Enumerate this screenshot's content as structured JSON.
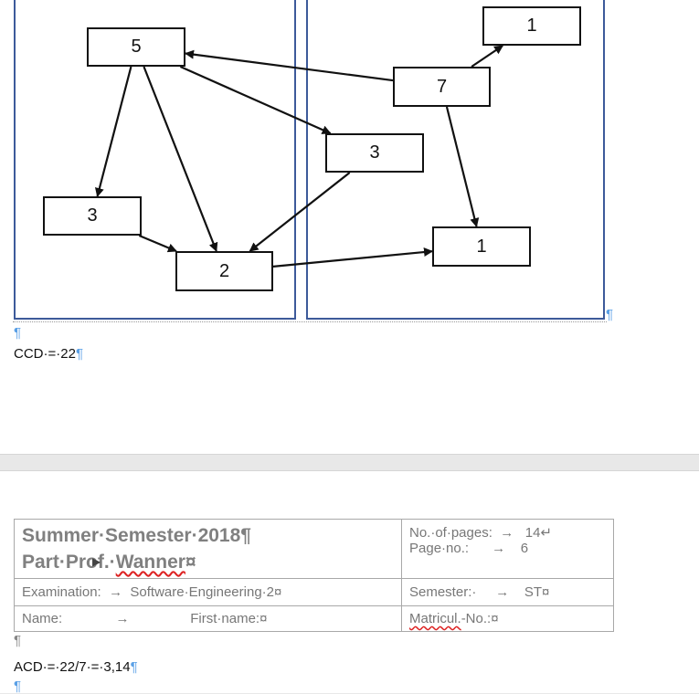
{
  "diagram": {
    "nodes": [
      {
        "id": "n5",
        "label": "5"
      },
      {
        "id": "n3a",
        "label": "3"
      },
      {
        "id": "n2",
        "label": "2"
      },
      {
        "id": "n7",
        "label": "7"
      },
      {
        "id": "n1a",
        "label": "1"
      },
      {
        "id": "n3b",
        "label": "3"
      },
      {
        "id": "n1b",
        "label": "1"
      }
    ],
    "edges": [
      {
        "from": "n7",
        "to": "n5"
      },
      {
        "from": "n7",
        "to": "n1a"
      },
      {
        "from": "n7",
        "to": "n1b"
      },
      {
        "from": "n5",
        "to": "n3a"
      },
      {
        "from": "n5",
        "to": "n2"
      },
      {
        "from": "n5",
        "to": "n3b"
      },
      {
        "from": "n3a",
        "to": "n2"
      },
      {
        "from": "n3b",
        "to": "n2"
      },
      {
        "from": "n2",
        "to": "n1b"
      }
    ]
  },
  "marks": {
    "pilcrow": "¶",
    "cell_end": "¤",
    "line_break": "↵",
    "tab": "→"
  },
  "top_page": {
    "ccd_text": "CCD·=·22"
  },
  "bottom_page": {
    "header": {
      "line1": "Summer·Semester·2018",
      "line2_pre": "Part·Prof.·",
      "line2_name": "Wanner",
      "pages_label": "No.·of·pages:",
      "pages_value": "14",
      "page_no_label": "Page·no.:",
      "page_no_value": "6",
      "exam_label": "Examination:",
      "exam_value": "Software·Engineering·2",
      "semester_label": "Semester:·",
      "semester_value": "ST",
      "name_label": "Name:",
      "first_name_label": "First·name:",
      "matricul_word": "Matricul.",
      "matricul_suffix": "-No.:"
    },
    "acd_text": "ACD·=·22/7·=·3,14"
  }
}
